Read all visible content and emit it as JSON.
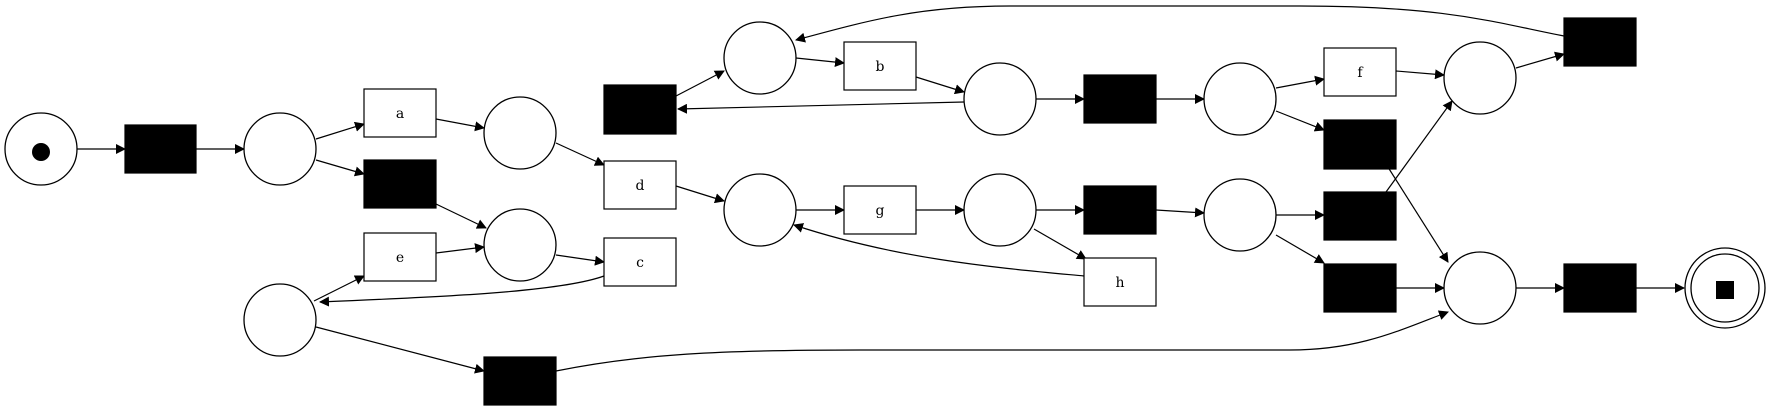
{
  "diagram": {
    "type": "petri-net",
    "colors": {
      "stroke": "#000000",
      "silent_fill": "#000000",
      "background": "#ffffff"
    },
    "places": [
      "p_start",
      "p1",
      "p2",
      "p3",
      "p4",
      "p5",
      "p6",
      "p7",
      "p8",
      "p9",
      "p10",
      "p11",
      "p12",
      "p13",
      "p_end"
    ],
    "transitions": [
      {
        "id": "t_start",
        "label": "",
        "silent": true
      },
      {
        "id": "t_a",
        "label": "a",
        "silent": false
      },
      {
        "id": "t_tau1",
        "label": "",
        "silent": true
      },
      {
        "id": "t_e",
        "label": "e",
        "silent": false
      },
      {
        "id": "t_tau2",
        "label": "",
        "silent": true
      },
      {
        "id": "t_d",
        "label": "d",
        "silent": false
      },
      {
        "id": "t_c",
        "label": "c",
        "silent": false
      },
      {
        "id": "t_tau3",
        "label": "",
        "silent": true
      },
      {
        "id": "t_b",
        "label": "b",
        "silent": false
      },
      {
        "id": "t_g",
        "label": "g",
        "silent": false
      },
      {
        "id": "t_tau4",
        "label": "",
        "silent": true
      },
      {
        "id": "t_tau5",
        "label": "",
        "silent": true
      },
      {
        "id": "t_h",
        "label": "h",
        "silent": false
      },
      {
        "id": "t_f",
        "label": "f",
        "silent": false
      },
      {
        "id": "t_tau6",
        "label": "",
        "silent": true
      },
      {
        "id": "t_tau7",
        "label": "",
        "silent": true
      },
      {
        "id": "t_tau8",
        "label": "",
        "silent": true
      },
      {
        "id": "t_tau9",
        "label": "",
        "silent": true
      },
      {
        "id": "t_tau10",
        "label": "",
        "silent": true
      }
    ],
    "initial_marking": "p_start",
    "final_marking": "p_end"
  }
}
